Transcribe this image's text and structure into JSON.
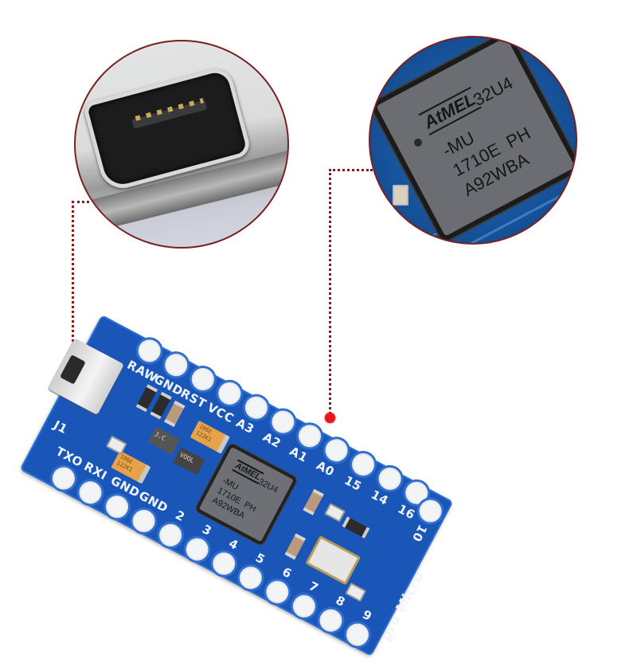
{
  "image": {
    "type": "product-photo",
    "subject": "Pro Micro development board",
    "background_color": "#ffffff"
  },
  "insets": [
    {
      "id": "usb-connector-closeup",
      "depicts": "Micro-USB connector",
      "border_color": "#7a1f22"
    },
    {
      "id": "microcontroller-closeup",
      "depicts": "ATmega32U4 microcontroller chip",
      "border_color": "#7a1f22",
      "chip_markings": {
        "logo": "AtMEL",
        "line1": "32U4",
        "line2": "-MU",
        "line3": "1710E  PH",
        "line4": "A92WBA"
      }
    }
  ],
  "leaders": {
    "line_color": "#8b1a1a",
    "dot_color": "#e8141a"
  },
  "board": {
    "color": "#1a55b8",
    "name_label": "pro Micro",
    "connector_label": "J1",
    "top_row_labels": [
      "RAW",
      "GND",
      "RST",
      "VCC",
      "A3",
      "A2",
      "A1",
      "A0",
      "15",
      "14",
      "16",
      "10"
    ],
    "bottom_row_labels": [
      "TXO",
      "RXI",
      "GND",
      "GND",
      "2",
      "3",
      "4",
      "5",
      "6",
      "7",
      "8",
      "9"
    ],
    "chip_markings": {
      "logo": "AtMEL",
      "line1": "32U4",
      "line2": "-MU",
      "line3": "1710E  PH",
      "line4": "A92WBA"
    },
    "components": {
      "tantalum_cap_1": {
        "line1": "106E",
        "line2": "122K1"
      },
      "tantalum_cap_2": {
        "line1": "106E",
        "line2": "122K1"
      },
      "regulator": {
        "marking": "VOOL"
      },
      "fuse": {
        "marking": "J.C"
      }
    }
  }
}
